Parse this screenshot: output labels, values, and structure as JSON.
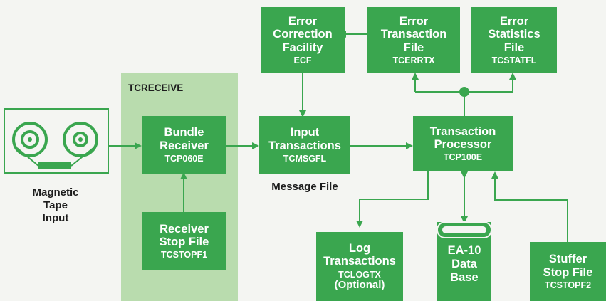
{
  "group": {
    "label": "TCRECEIVE"
  },
  "tape": {
    "lines": [
      "Magnetic",
      "Tape",
      "Input"
    ]
  },
  "boxes": {
    "ecf": {
      "lines": [
        "Error",
        "Correction",
        "Facility"
      ],
      "code": "ECF"
    },
    "etf": {
      "lines": [
        "Error",
        "Transaction",
        "File"
      ],
      "code": "TCERRTX"
    },
    "esf": {
      "lines": [
        "Error",
        "Statistics",
        "File"
      ],
      "code": "TCSTATFL"
    },
    "bundle": {
      "lines": [
        "Bundle",
        "Receiver"
      ],
      "code": "TCP060E"
    },
    "input": {
      "lines": [
        "Input",
        "Transactions"
      ],
      "code": "TCMSGFL"
    },
    "tp": {
      "lines": [
        "Transaction",
        "Processor"
      ],
      "code": "TCP100E"
    },
    "rsf": {
      "lines": [
        "Receiver",
        "Stop File"
      ],
      "code": "TCSTOPF1"
    },
    "log": {
      "lines": [
        "Log",
        "Transactions"
      ],
      "code": "TCLOGTX",
      "extra": "(Optional)"
    },
    "ssf": {
      "lines": [
        "Stuffer",
        "Stop File"
      ],
      "code": "TCSTOPF2"
    }
  },
  "database": {
    "lines": [
      "EA-10",
      "Data",
      "Base"
    ]
  },
  "message_file_label": "Message File",
  "colors": {
    "box": "#3aa64f",
    "group": "#b9dcae",
    "line": "#3aa64f",
    "background": "#f4f5f2"
  }
}
